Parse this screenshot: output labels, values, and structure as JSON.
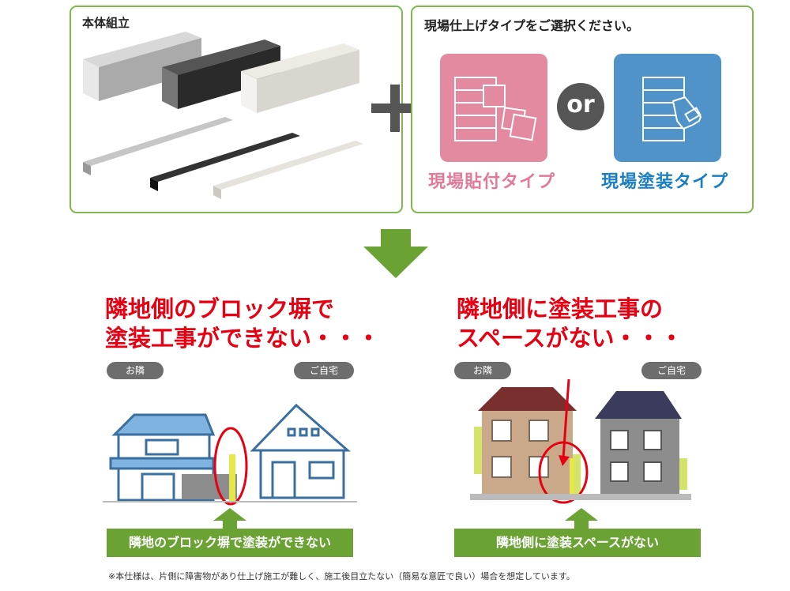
{
  "assembly_box": {
    "title": "本体組立"
  },
  "finish_box": {
    "title": "現場仕上げタイプをご選択ください。",
    "option_a": {
      "label": "現場貼付タイプ",
      "color": "#e48aa0",
      "text_color": "#e07a98"
    },
    "or_label": "or",
    "option_b": {
      "label": "現場塗装タイプ",
      "color": "#4f93c8",
      "text_color": "#1a7fc0"
    }
  },
  "case_left": {
    "heading": [
      "隣地側のブロック塀で",
      "塗装工事ができない・・・"
    ],
    "neighbor_label": "お隣",
    "home_label": "ご自宅",
    "caption": "隣地のブロック塀で塗装ができない"
  },
  "case_right": {
    "heading": [
      "隣地側に塗装工事の",
      "スペースがない・・・"
    ],
    "neighbor_label": "お隣",
    "home_label": "ご自宅",
    "caption": "隣地側に塗装スペースがない"
  },
  "footnote": "※本仕様は、片側に障害物があり仕上げ施工が難しく、施工後目立たない（簡易な意匠で良い）場合を想定しています。",
  "colors": {
    "green": "#6aa234",
    "red": "#e60012",
    "border": "#7fb74f"
  }
}
